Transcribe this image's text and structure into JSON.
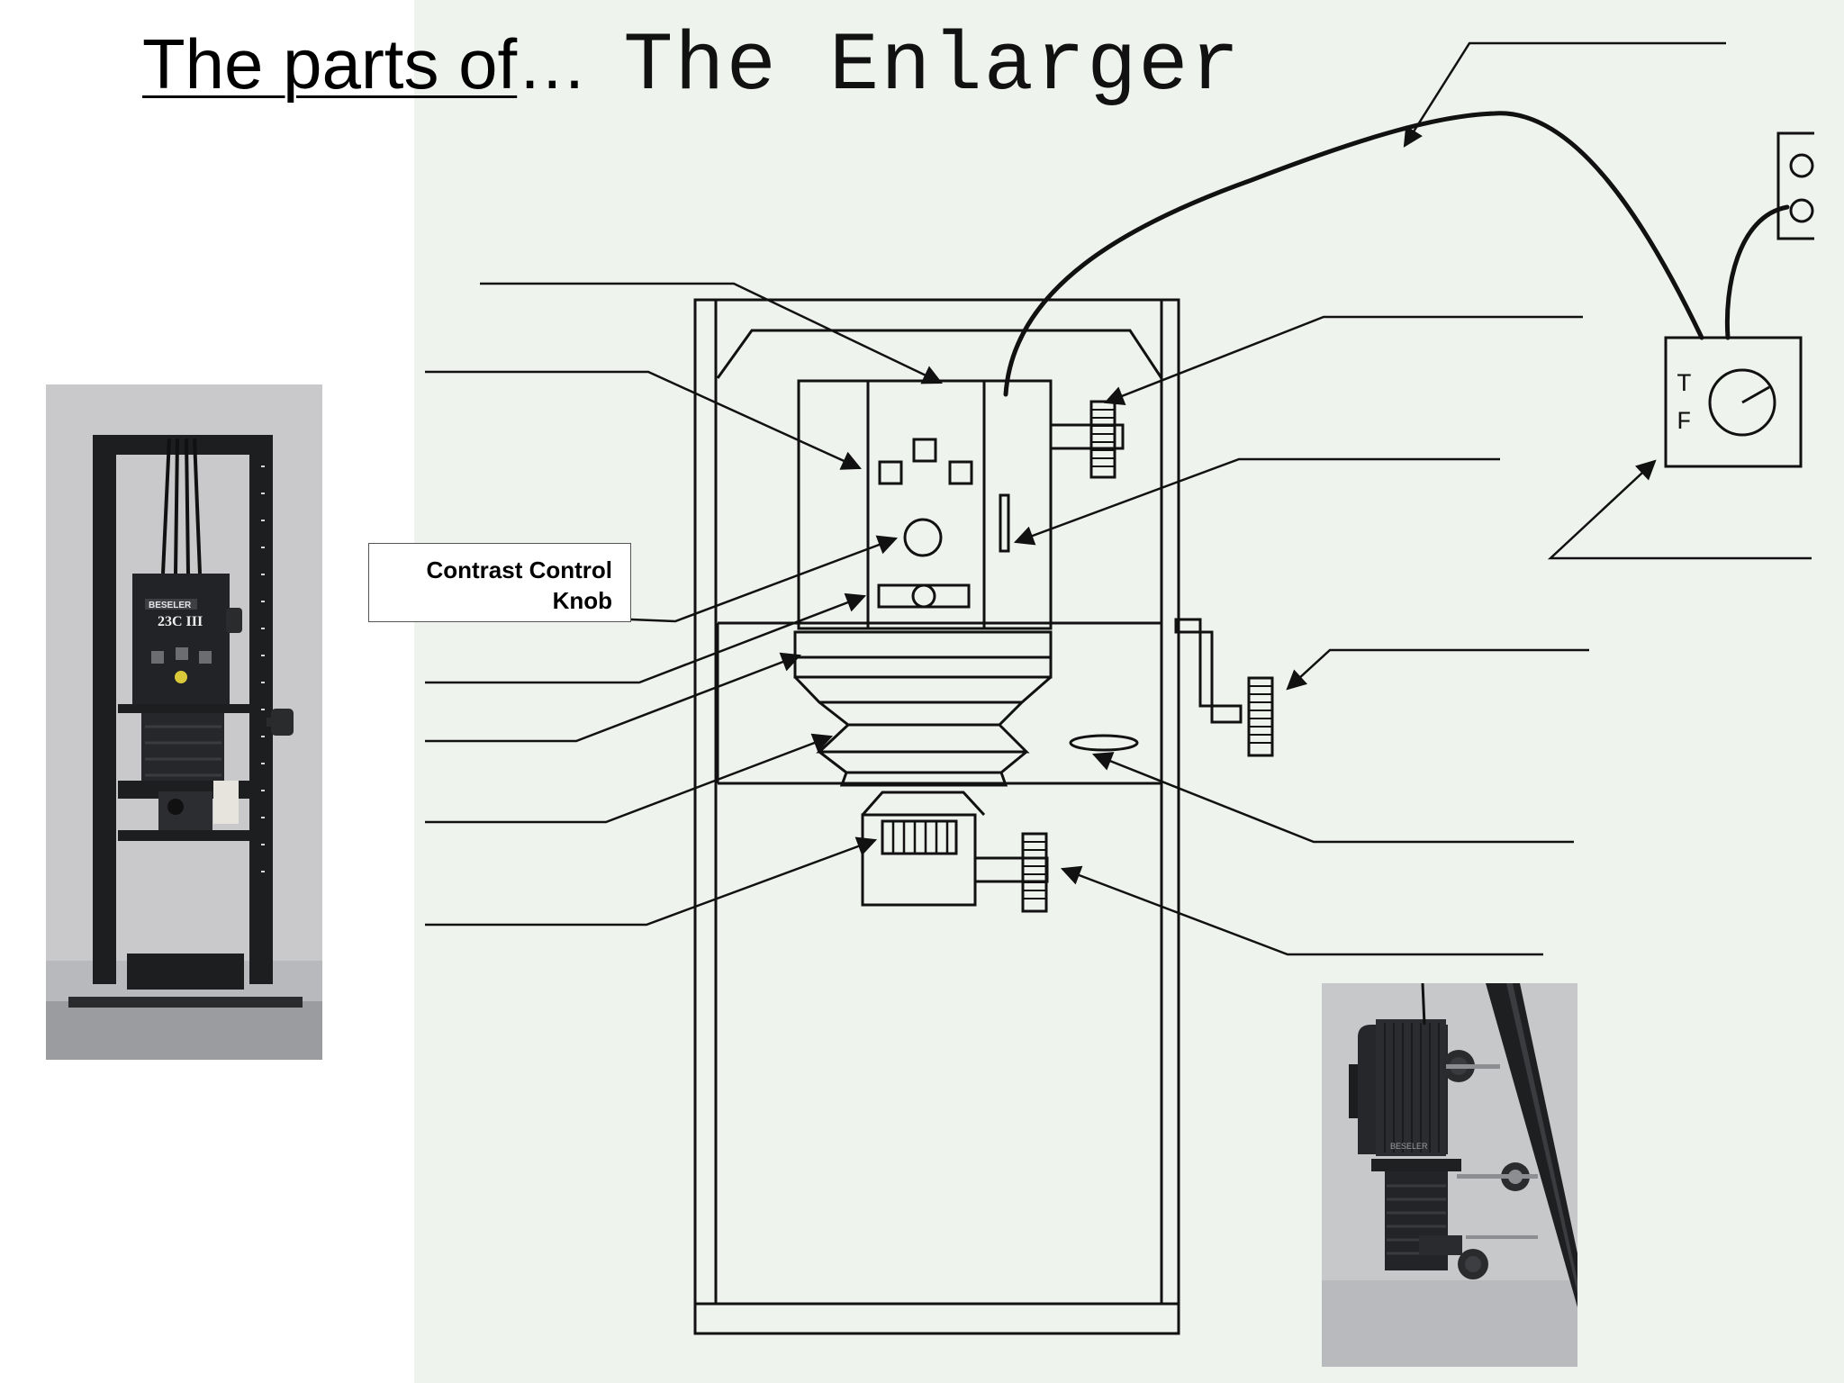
{
  "title": {
    "part1": "The parts of",
    "part2": "…",
    "part3": "The Enlarger"
  },
  "callout": {
    "line1": "Contrast Control",
    "line2": "Knob"
  },
  "timer_dial": {
    "letter_t": "T",
    "letter_f": "F"
  },
  "photo_left": {
    "brand": "BESELER",
    "model": "23C III"
  },
  "photo_right": {
    "brand": "BESELER"
  },
  "colors": {
    "paper": "#eff3ee",
    "ink": "#111111",
    "photo_backdrop": "#c9c9cb",
    "enlarger_body": "#1b1c1e"
  }
}
